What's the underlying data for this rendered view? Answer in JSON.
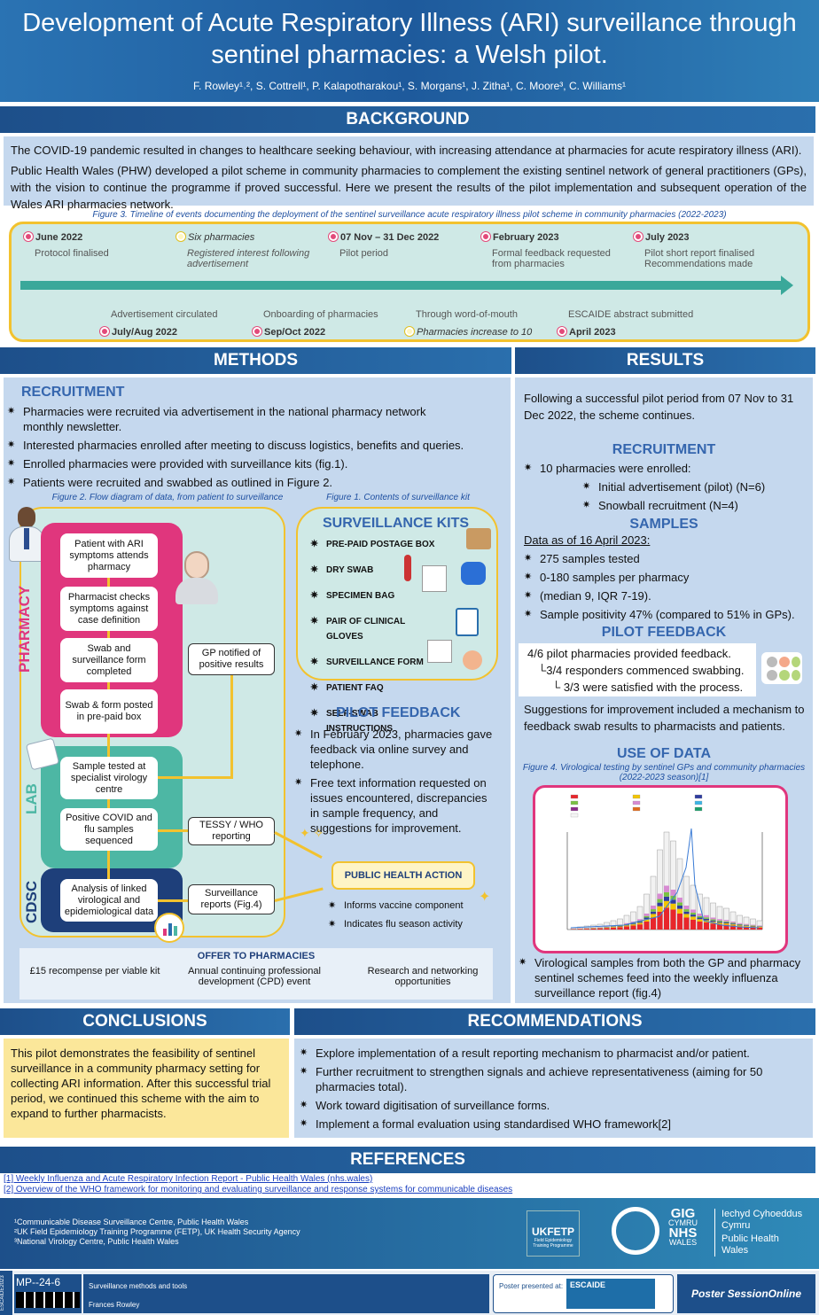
{
  "header": {
    "title_l1": "Development of Acute Respiratory Illness (ARI) surveillance through",
    "title_l2": "sentinel pharmacies: a Welsh pilot.",
    "authors": "F. Rowley¹˒², S. Cottrell¹, P. Kalapotharakou¹, S. Morgans¹, J. Zitha¹, C. Moore³, C. Williams¹"
  },
  "background": {
    "title": "BACKGROUND",
    "p1": "The COVID-19 pandemic resulted in changes to healthcare seeking behaviour, with increasing attendance at pharmacies for acute respiratory illness (ARI).",
    "p2": "Public Health Wales (PHW) developed a pilot scheme in community pharmacies to complement the existing sentinel network of general practitioners (GPs), with the vision to continue the programme if proved successful. Here we present the results of the pilot implementation and subsequent operation of the Wales ARI pharmacies network."
  },
  "timeline": {
    "caption": "Figure 3. Timeline of events documenting the deployment of the sentinel surveillance acute respiratory illness pilot scheme in community pharmacies (2022-2023)",
    "top": [
      {
        "t": "June 2022",
        "d": "Protocol finalised"
      },
      {
        "t": "Six pharmacies",
        "d": "Registered interest following advertisement"
      },
      {
        "t": "07 Nov – 31 Dec 2022",
        "d": "Pilot period"
      },
      {
        "t": "February 2023",
        "d": "Formal feedback requested from pharmacies"
      },
      {
        "t": "July 2023",
        "d": "Pilot short report finalised Recommendations made"
      }
    ],
    "bottom": [
      {
        "t": "July/Aug 2022",
        "d": "Advertisement circulated"
      },
      {
        "t": "Sep/Oct 2022",
        "d": "Onboarding of pharmacies"
      },
      {
        "t": "Pharmacies increase to 10",
        "d": "Through word-of-mouth"
      },
      {
        "t": "April 2023",
        "d": "ESCAIDE abstract submitted"
      }
    ]
  },
  "methods": {
    "title": "METHODS",
    "recruit_title": "RECRUITMENT",
    "bullets": [
      "Pharmacies were recruited via advertisement in the national pharmacy network monthly newsletter.",
      "Interested pharmacies enrolled after meeting to discuss logistics, benefits and queries.",
      "Enrolled pharmacies were provided with surveillance kits (fig.1).",
      "Patients were recruited and swabbed as outlined in Figure 2."
    ],
    "fig2_caption": "Figure 2. Flow diagram of data, from patient to surveillance",
    "fig1_caption": "Figure 1. Contents of surveillance kit",
    "flow": {
      "pharmacy": "PHARMACY",
      "lab": "LAB",
      "cdsc": "CDSC",
      "p1": "Patient with ARI symptoms attends pharmacy",
      "p2": "Pharmacist checks symptoms against case definition",
      "p3": "Swab and surveillance form completed",
      "p4": "Swab & form posted in pre-paid box",
      "l1": "Sample tested at specialist virology centre",
      "l2": "Positive COVID and flu samples sequenced",
      "c1": "Analysis of linked virological and epidemiological data",
      "gp": "GP notified of positive results",
      "tessy": "TESSY / WHO reporting",
      "reports": "Surveillance reports (Fig.4)"
    },
    "kits_title": "SURVEILLANCE KITS",
    "kits": [
      "PRE-PAID POSTAGE BOX",
      "DRY SWAB",
      "SPECIMEN BAG",
      "PAIR OF CLINICAL GLOVES",
      "SURVEILLANCE FORM",
      "PATIENT FAQ",
      "SELF-SWAB INSTRUCTIONS"
    ],
    "pf_title": "PILOT FEEDBACK",
    "pf": [
      "In February 2023, pharmacies gave feedback via online survey and telephone.",
      "Free text information requested on issues encountered, discrepancies in sample frequency, and suggestions for improvement."
    ],
    "pha_title": "PUBLIC HEALTH ACTION",
    "pha": [
      "Informs vaccine component",
      "Indicates flu season activity"
    ],
    "offer_title": "OFFER TO PHARMACIES",
    "offers": [
      "£15 recompense per viable kit",
      "Annual continuing professional development (CPD) event",
      "Research and networking opportunities"
    ]
  },
  "results": {
    "title": "RESULTS",
    "intro": "Following a successful pilot period from 07 Nov to 31 Dec 2022, the scheme continues.",
    "recruit_title": "RECRUITMENT",
    "r1": "10 pharmacies were enrolled:",
    "r2": "Initial advertisement (pilot) (N=6)",
    "r3": "Snowball recruitment (N=4)",
    "samples_title": "SAMPLES",
    "samples_date": "Data as of 16 April 2023:",
    "samples": [
      "275 samples tested",
      "0-180 samples per pharmacy",
      "(median 9, IQR 7-19).",
      "Sample positivity 47% (compared to 51% in GPs)."
    ],
    "fb_title": "PILOT FEEDBACK",
    "fb1": "4/6 pilot pharmacies provided feedback.",
    "fb2": "3/4 responders commenced swabbing.",
    "fb3": "3/3 were satisfied with the process.",
    "fb_sugg": "Suggestions for improvement included a mechanism to feedback swab results to pharmacists and patients.",
    "use_title": "USE OF DATA",
    "fig4_caption": "Figure 4. Virological testing by sentinel GPs and community pharmacies (2022-2023 season)[1]",
    "use_bullet": "Virological samples from both the GP and pharmacy sentinel schemes feed into the weekly influenza surveillance report (fig.4)"
  },
  "conclusions": {
    "title": "CONCLUSIONS",
    "text": "This pilot demonstrates the feasibility of sentinel surveillance in a community pharmacy setting for collecting ARI information. After this successful trial period, we continued this scheme with the aim to expand to further pharmacists."
  },
  "recommendations": {
    "title": "RECOMMENDATIONS",
    "items": [
      "Explore implementation of a result reporting mechanism to pharmacist and/or patient.",
      "Further recruitment to strengthen signals and achieve representativeness (aiming for 50 pharmacies total).",
      "Work toward digitisation of surveillance forms.",
      "Implement a formal evaluation using standardised WHO framework[2]"
    ]
  },
  "references": {
    "title": "REFERENCES",
    "r1": "[1] Weekly Influenza and Acute Respiratory Infection Report - Public Health Wales (nhs.wales)",
    "r2": "[2] Overview of the WHO framework for monitoring and evaluating surveillance and response systems for communicable diseases"
  },
  "affiliations": [
    "¹Communicable Disease Surveillance Centre, Public Health Wales",
    "²UK Field Epidemiology Training Programme (FETP), UK Health Security Agency",
    "³National Virology Centre, Public Health Wales"
  ],
  "logos": {
    "ukfetp": "UKFETP",
    "ukfetp_sub": "Field Epidemiology Training Programme",
    "gig": "GIG",
    "cymru": "CYMRU",
    "nhs": "NHS",
    "wales": "WALES",
    "w1": "Iechyd Cyhoeddus",
    "w2": "Cymru",
    "e1": "Public Health",
    "e2": "Wales"
  },
  "footer": {
    "code": "MP--24-6",
    "topic": "Surveillance methods and tools",
    "author": "Frances Rowley",
    "presented": "Poster presented at:",
    "escaide": "ESCAIDE",
    "pso": "Poster SessionOnline",
    "side": "ESCAIDE2023"
  }
}
